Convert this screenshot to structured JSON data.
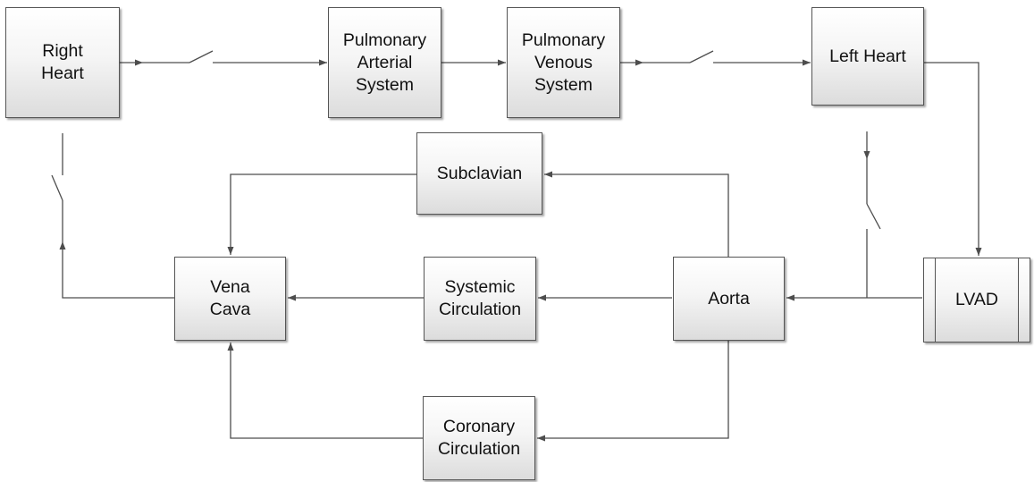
{
  "diagram": {
    "blocks": {
      "right_heart": "Right\nHeart",
      "pulmonary_arterial": "Pulmonary\nArterial\nSystem",
      "pulmonary_venous": "Pulmonary\nVenous\nSystem",
      "left_heart": "Left Heart",
      "subclavian": "Subclavian",
      "vena_cava": "Vena\nCava",
      "systemic": "Systemic\nCirculation",
      "aorta": "Aorta",
      "lvad": "LVAD",
      "coronary": "Coronary\nCirculation"
    },
    "line_color": "#4d4d4d",
    "block_border_color": "#555555"
  }
}
